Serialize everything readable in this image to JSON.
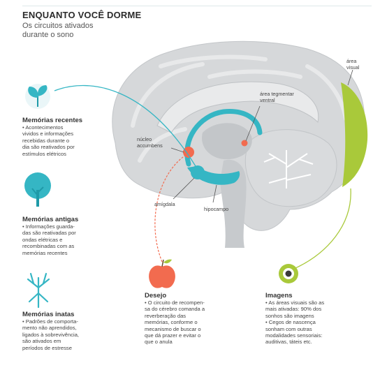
{
  "header": {
    "title": "ENQUANTO VOCÊ DORME",
    "subtitle_line1": "Os circuitos ativados",
    "subtitle_line2": "durante o sono"
  },
  "labels": {
    "area_visual_1": "área",
    "area_visual_2": "visual",
    "vta_1": "área tegmentar",
    "vta_2": "ventral",
    "nucleo_1": "núcleo",
    "nucleo_2": "accumbens",
    "amigdala": "amígdala",
    "hipocampo": "hipocampo"
  },
  "sections": {
    "recentes": {
      "heading": "Memórias recentes",
      "lines": [
        "• Acontecimentos",
        "vividos e informações",
        "recebidas durante o",
        "dia são reativados por",
        "estímulos elétricos"
      ]
    },
    "antigas": {
      "heading": "Memórias antigas",
      "lines": [
        "• Informações guarda-",
        "das são reativadas por",
        "ondas elétricas e",
        "recombinadas com as",
        "memórias recentes"
      ]
    },
    "inatas": {
      "heading": "Memórias inatas",
      "lines": [
        "• Padrões de comporta-",
        "mento não aprendidos,",
        "ligados à sobrevivência,",
        "são ativados em",
        "períodos de estresse"
      ]
    },
    "desejo": {
      "heading": "Desejo",
      "lines": [
        "• O circuito de recompen-",
        "sa do cérebro comanda a",
        "reverberação das",
        "memórias, conforme o",
        "mecanismo de buscar o",
        "que dá prazer e evitar o",
        "que o anula"
      ]
    },
    "imagens": {
      "heading": "Imagens",
      "lines": [
        "• As áreas visuais são as",
        "mais ativadas: 90% dos",
        "sonhos são imagens",
        "• Cegos de nascença",
        "sonham com outras",
        "modalidades sensoriais:",
        "auditivas, táteis etc."
      ]
    }
  },
  "colors": {
    "teal": "#35b6c4",
    "coral": "#f26b4f",
    "green": "#a9c93a",
    "brain": "#d2d4d6",
    "text": "#3a3a3a"
  }
}
